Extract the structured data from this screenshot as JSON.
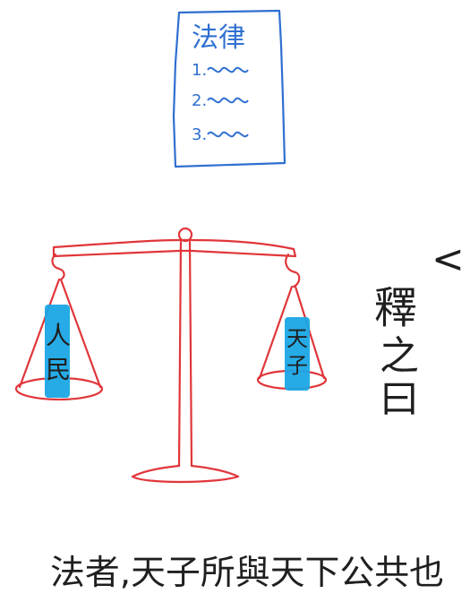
{
  "colors": {
    "ink": "#1f1f1f",
    "blue": "#2f6fd0",
    "red": "#e0363a",
    "cyan": "#1aa6e6"
  },
  "note": {
    "title": "法律",
    "items": [
      "1.",
      "2.",
      "3."
    ]
  },
  "scale": {
    "left_pan_label": "人民",
    "right_pan_label": "天子"
  },
  "side_text": {
    "arrow_glyph": "<",
    "vertical_chars": [
      "釋",
      "之",
      "曰"
    ]
  },
  "bottom_text": "法者,天子所與天下公共也"
}
